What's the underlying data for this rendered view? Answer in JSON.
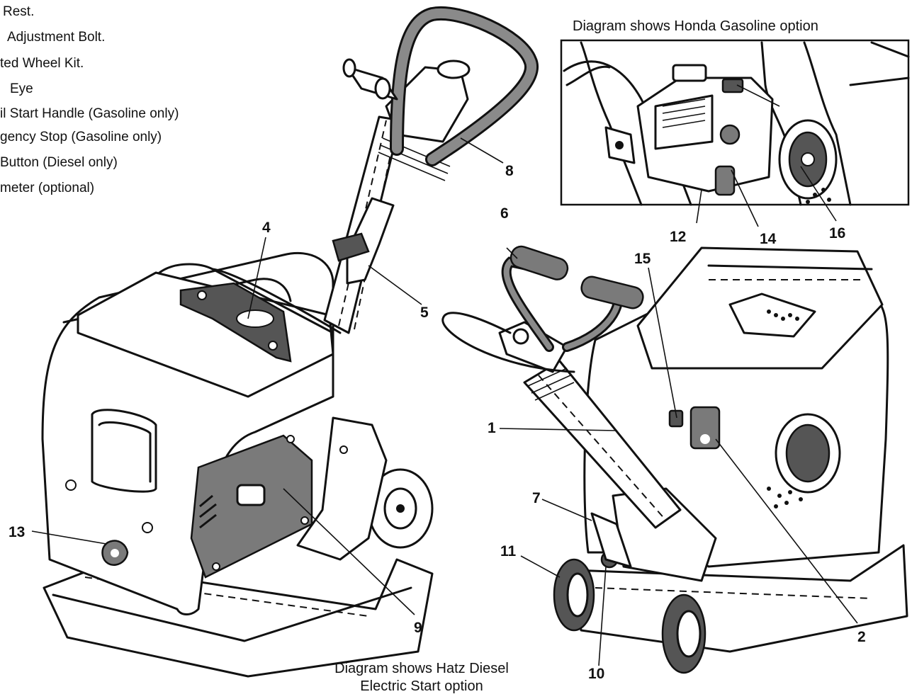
{
  "legend": [
    "Rest.",
    "Adjustment  Bolt.",
    "ted Wheel Kit.",
    "Eye",
    "il Start Handle (Gasoline only)",
    "gency Stop (Gasoline only)",
    "Button (Diesel only)",
    "meter (optional)"
  ],
  "inset_caption": "Diagram shows Honda Gasoline option",
  "main_caption_line1": "Diagram shows Hatz Diesel",
  "main_caption_line2": "Electric Start option",
  "callouts": [
    "1",
    "2",
    "4",
    "5",
    "6",
    "7",
    "8",
    "9",
    "10",
    "11",
    "12",
    "13",
    "14",
    "15",
    "16"
  ]
}
